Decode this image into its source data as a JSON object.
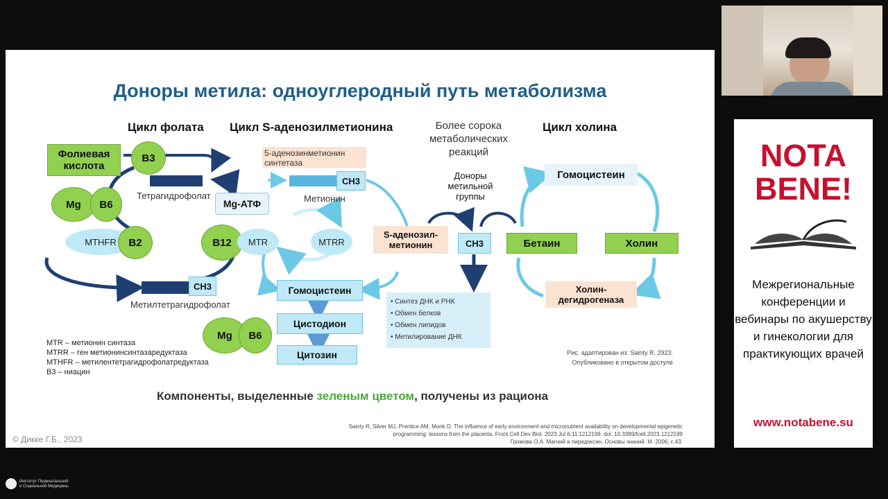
{
  "slide": {
    "title": "Доноры метила: одноуглеродный путь метаболизма",
    "headers": {
      "folate": "Цикл фолата",
      "sam": "Цикл S-аденозилметионина",
      "reactions": "Более сорока метаболических реакций",
      "choline": "Цикл холина"
    },
    "folate": {
      "folic_acid": "Фолиевая кислота",
      "b3": "В3",
      "thf": "Тетрагидрофолат",
      "mg": "Mg",
      "b6": "В6",
      "mthfr": "MTHFR",
      "b2": "В2",
      "ch3": "СН3",
      "mthf": "Метилтетрагидрофолат"
    },
    "sam": {
      "synthase": "5-аденозинметионин синтетаза",
      "ch3": "СН3",
      "methionine": "Метионин",
      "mg_atp": "Mg-АТФ",
      "b12": "В12",
      "mtr": "MTR",
      "mtrr": "MTRR",
      "sam_box": "S-аденозил-метионин",
      "homocysteine": "Гомоцистеин",
      "cystadione": "Цистодион",
      "cytosine": "Цитозин",
      "mg": "Mg",
      "b6": "В6"
    },
    "donors": {
      "label": "Доноры метильной группы",
      "ch3": "СН3",
      "list": [
        "Синтез ДНК и РНК",
        "Обмен белков",
        "Обмен липидов",
        "Метилирование ДНК"
      ]
    },
    "choline": {
      "homocysteine": "Гомоцистеин",
      "betaine": "Бетаин",
      "choline": "Холин",
      "dehydrogenase": "Холин-дегидрогеназа"
    },
    "legend": [
      "MTR – метионин синтаза",
      "MTRR – ген метионинсинтазаредуктаза",
      "MTHFR – метилентетрагидрофолатредуктаза",
      "В3 – ниацин"
    ],
    "figure_credit_1": "Рис. адаптирован из: Sainty R, 2923.",
    "figure_credit_2": "Опубликовано в открытом доступе",
    "note_start": "Компоненты, выделенные ",
    "note_green": "зеленым цветом",
    "note_end": ", получены из рациона",
    "refs": [
      "Sainty R, Silver MJ, Prentice AM, Monk D. The influence of early environment and micronutrient availability on developmental epigenetic",
      "programming: lessons from the placenta. Front Cell Dev Biol. 2023 Jul 6;11:1212199. doi: 10.3389/fcell.2023.1212199",
      "Громова О.А. Магний и пиридоксин. Основы знаний. М. 2006; с.43."
    ],
    "copyright": "© Дикке Г.Б., 2023"
  },
  "ad": {
    "brand_line1": "NOTA",
    "brand_line2": "BENE!",
    "description": "Межрегиональные конференции и вебинары по акушерству и гинекологии для практикующих врачей",
    "url": "www.notabene.su"
  },
  "corner": {
    "line1": "Институт Перинатальной",
    "line2": "и Социальной Медицины"
  },
  "colors": {
    "title": "#1f5f8b",
    "green_box": "#92d050",
    "cyan_box": "#bfe9f7",
    "dark_navy": "#1f3f73",
    "brand_red": "#c8102e"
  }
}
